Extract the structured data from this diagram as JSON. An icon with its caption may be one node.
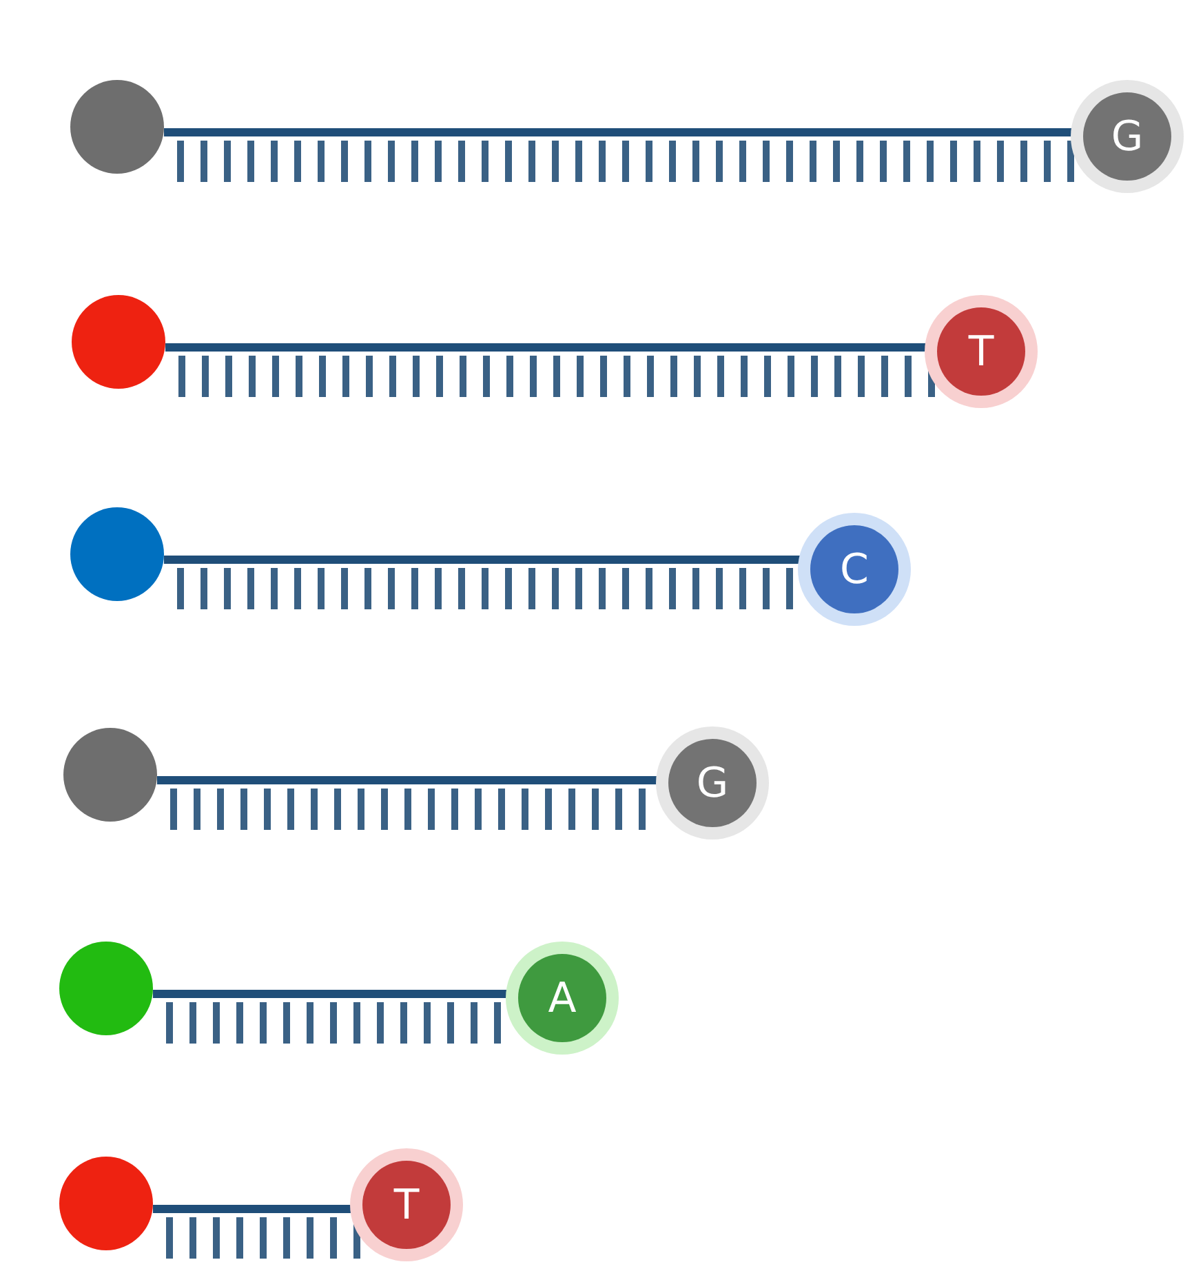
{
  "diagram": {
    "nodes": [
      {
        "text": [],
        "shape": "circle"
      },
      {
        "text": [
          "G"
        ]
      },
      {
        "text": [],
        "shape": "circle"
      },
      {
        "text": [
          "T"
        ]
      },
      {
        "text": [],
        "shape": "circle"
      },
      {
        "text": [
          "C"
        ]
      },
      {
        "text": [],
        "shape": "circle"
      },
      {
        "text": [
          "G"
        ]
      },
      {
        "text": [],
        "shape": "circle"
      },
      {
        "text": [
          "A"
        ]
      },
      {
        "text": [],
        "shape": "circle"
      },
      {
        "text": [
          "T"
        ]
      }
    ],
    "edges": [
      {
        "from": 0,
        "to": 1,
        "arrow": "none"
      },
      {
        "from": 2,
        "to": 3,
        "arrow": "none"
      },
      {
        "from": 4,
        "to": 5,
        "arrow": "none"
      },
      {
        "from": 6,
        "to": 7,
        "arrow": "none"
      },
      {
        "from": 8,
        "to": 9,
        "arrow": "none"
      },
      {
        "from": 10,
        "to": 11,
        "arrow": "none"
      }
    ]
  }
}
